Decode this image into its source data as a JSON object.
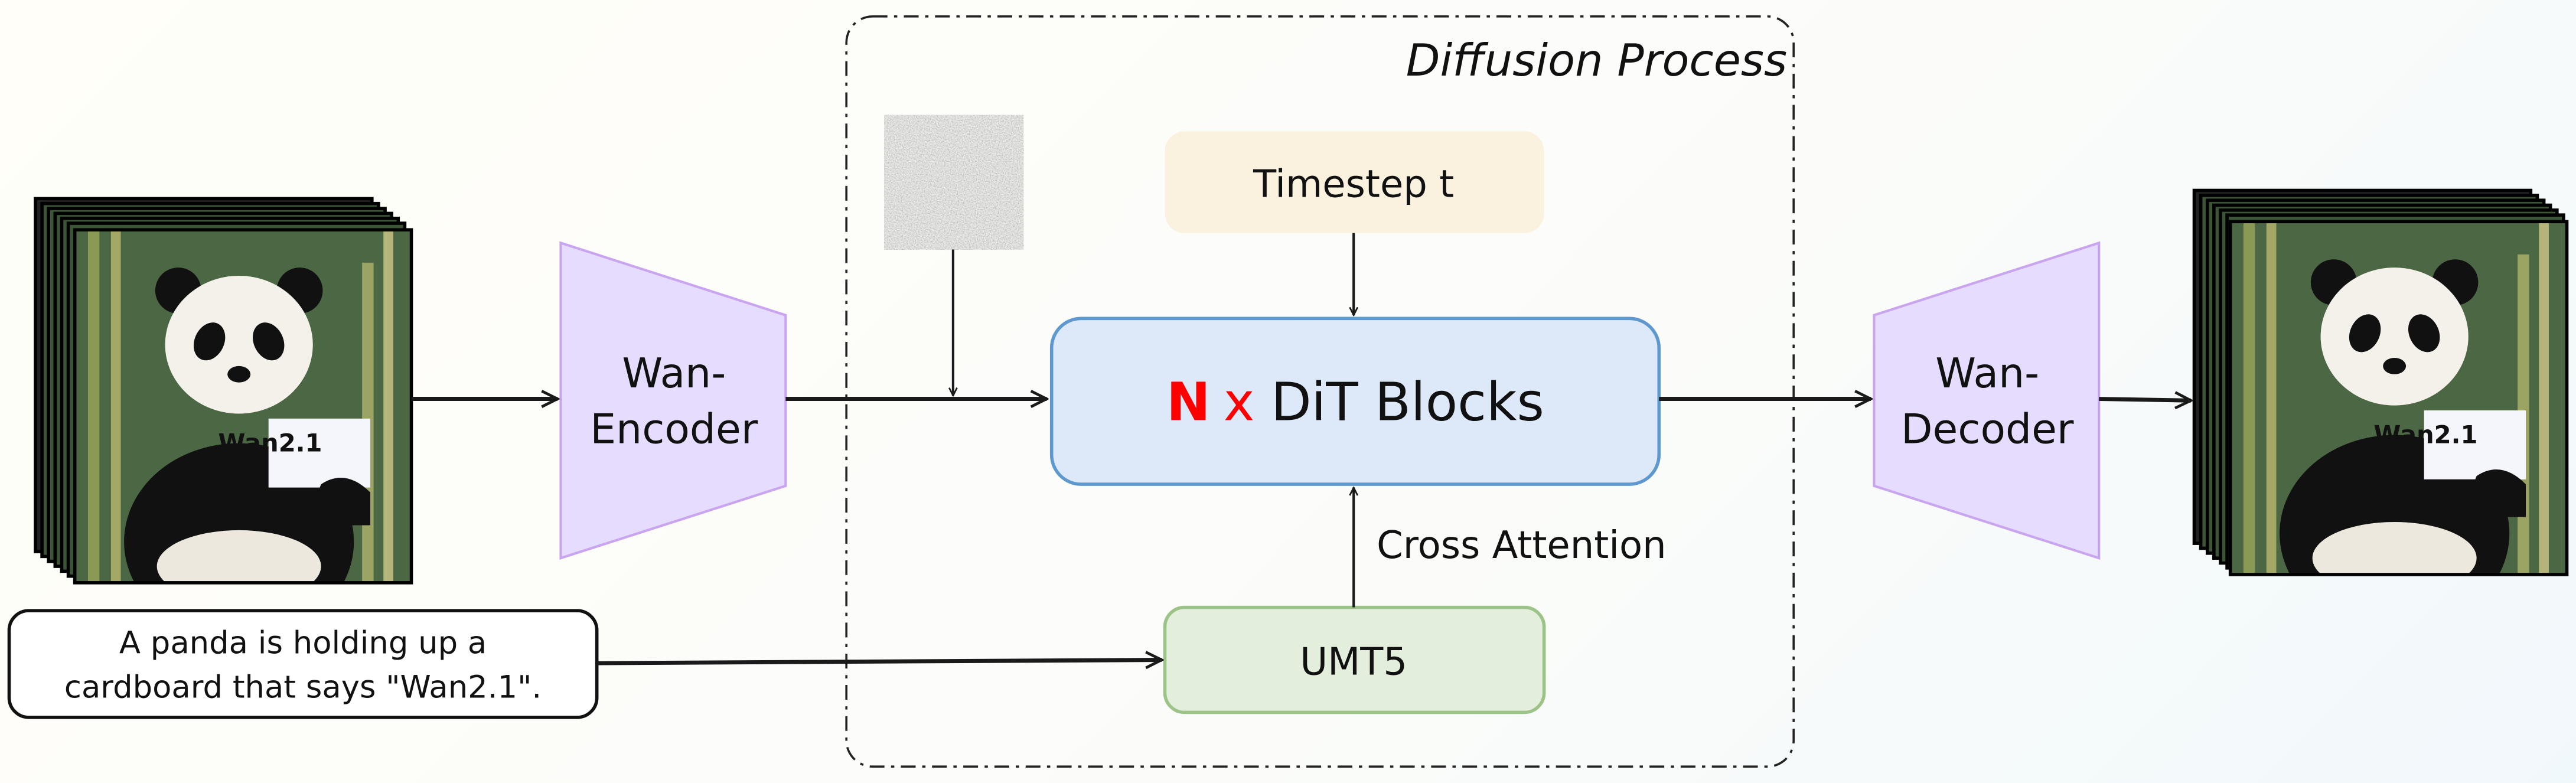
{
  "title": "Diffusion Process",
  "input_video": {
    "sign_text": "Wan2.1"
  },
  "output_video": {
    "sign_text": "Wan2.1"
  },
  "encoder": {
    "label_line1": "Wan-",
    "label_line2": "Encoder"
  },
  "decoder": {
    "label_line1": "Wan-",
    "label_line2": "Decoder"
  },
  "timestep": {
    "label": "Timestep t"
  },
  "dit": {
    "count": "N",
    "times": "x",
    "label": "DiT Blocks"
  },
  "cross_attention": {
    "label": "Cross Attention"
  },
  "text_encoder": {
    "label": "UMT5"
  },
  "prompt": {
    "line1": "A panda is holding up a",
    "line2": "cardboard that says \"Wan2.1\"."
  },
  "colors": {
    "encoder_fill": "#e6dcfd",
    "encoder_stroke": "#c9a5f0",
    "timestep_fill": "#faf1df",
    "dit_fill": "#dde9f9",
    "dit_stroke": "#5f98cf",
    "umt5_fill": "#e3efdc",
    "umt5_stroke": "#9cc488",
    "accent_red": "#ff0000"
  }
}
